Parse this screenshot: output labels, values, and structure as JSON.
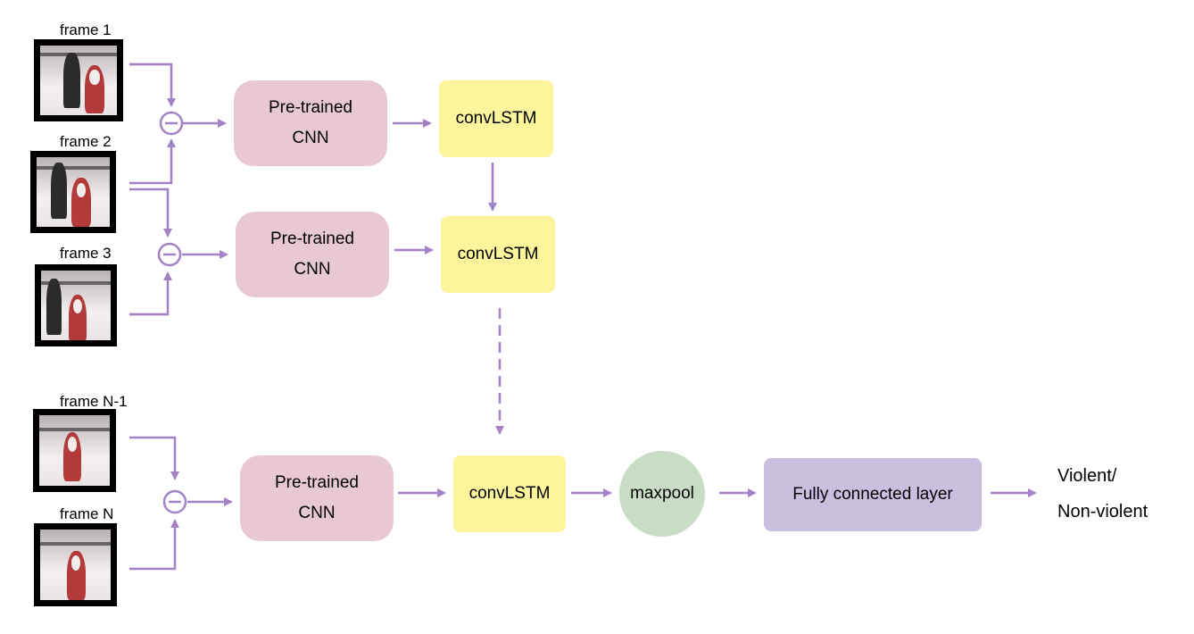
{
  "frames": [
    {
      "label": "frame 1"
    },
    {
      "label": "frame 2"
    },
    {
      "label": "frame 3"
    },
    {
      "label": "frame N-1"
    },
    {
      "label": "frame N"
    }
  ],
  "cnn": {
    "line1": "Pre-trained",
    "line2": "CNN"
  },
  "lstm_label": "convLSTM",
  "pool_label": "maxpool",
  "fc_label": "Fully connected layer",
  "output": {
    "line1": "Violent/",
    "line2": "Non-violent"
  },
  "colors": {
    "arrow": "#a482c6",
    "cnn_fill": "#e8c9d3",
    "lstm_fill": "#fdf59c",
    "pool_fill": "#c9dcc5",
    "fc_fill": "#cbbfe0"
  },
  "icons": {
    "subtract": "circle-minus-icon"
  }
}
